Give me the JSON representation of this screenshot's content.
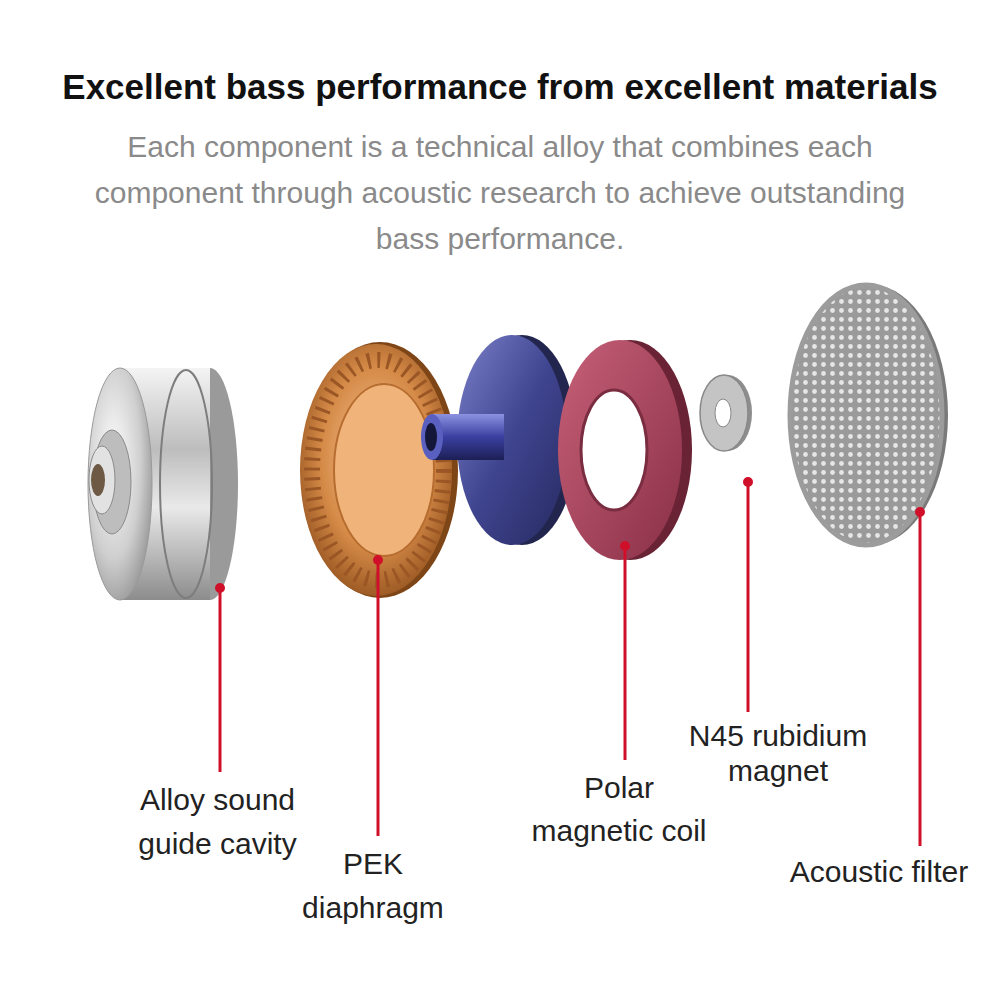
{
  "diagram": {
    "title": "Excellent bass performance from excellent materials",
    "labels": [
      "Each component is a technical alloy that combines each component through acoustic research to achieve outstanding bass performance.",
      "Alloy sound guide cavity",
      "PEK diaphragm",
      "Polar magnetic coil",
      "N45 rubidium magnet",
      "Acoustic filter"
    ]
  }
}
